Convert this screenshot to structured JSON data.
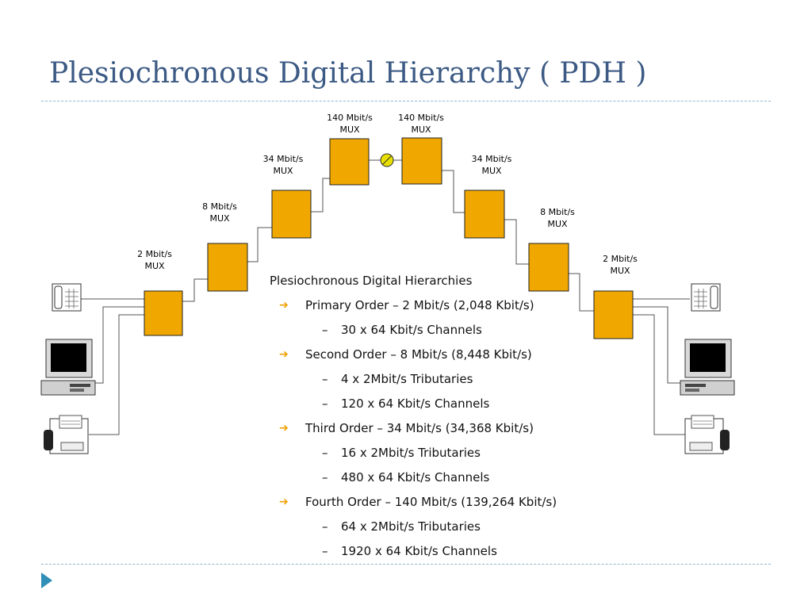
{
  "slide": {
    "title": "Plesiochronous Digital Hierarchy ( PDH )"
  },
  "diagram": {
    "left_mux": [
      {
        "rate": "2 Mbit/s",
        "type": "MUX"
      },
      {
        "rate": "8 Mbit/s",
        "type": "MUX"
      },
      {
        "rate": "34 Mbit/s",
        "type": "MUX"
      },
      {
        "rate": "140 Mbit/s",
        "type": "MUX"
      }
    ],
    "right_mux": [
      {
        "rate": "140 Mbit/s",
        "type": "MUX"
      },
      {
        "rate": "34 Mbit/s",
        "type": "MUX"
      },
      {
        "rate": "8 Mbit/s",
        "type": "MUX"
      },
      {
        "rate": "2 Mbit/s",
        "type": "MUX"
      }
    ],
    "mux_color": "#f0a800",
    "link_symbol_color": "#e8e000",
    "devices": [
      "telephone-icon",
      "computer-icon",
      "fax-icon"
    ]
  },
  "content": {
    "heading": "Plesiochronous Digital Hierarchies",
    "items": [
      {
        "level": 1,
        "text": "Primary Order – 2 Mbit/s (2,048 Kbit/s)"
      },
      {
        "level": 2,
        "text": "30 x 64 Kbit/s Channels"
      },
      {
        "level": 1,
        "text": "Second Order – 8 Mbit/s (8,448 Kbit/s)"
      },
      {
        "level": 2,
        "text": "4 x 2Mbit/s Tributaries"
      },
      {
        "level": 2,
        "text": "120 x 64 Kbit/s Channels"
      },
      {
        "level": 1,
        "text": "Third Order – 34 Mbit/s (34,368 Kbit/s)"
      },
      {
        "level": 2,
        "text": "16 x 2Mbit/s Tributaries"
      },
      {
        "level": 2,
        "text": "480 x 64 Kbit/s Channels"
      },
      {
        "level": 1,
        "text": "Fourth Order – 140 Mbit/s (139,264 Kbit/s)"
      },
      {
        "level": 2,
        "text": "64 x 2Mbit/s Tributaries"
      },
      {
        "level": 2,
        "text": "1920 x 64 Kbit/s Channels"
      }
    ],
    "level1_marker": "➔",
    "level2_marker": "–"
  }
}
